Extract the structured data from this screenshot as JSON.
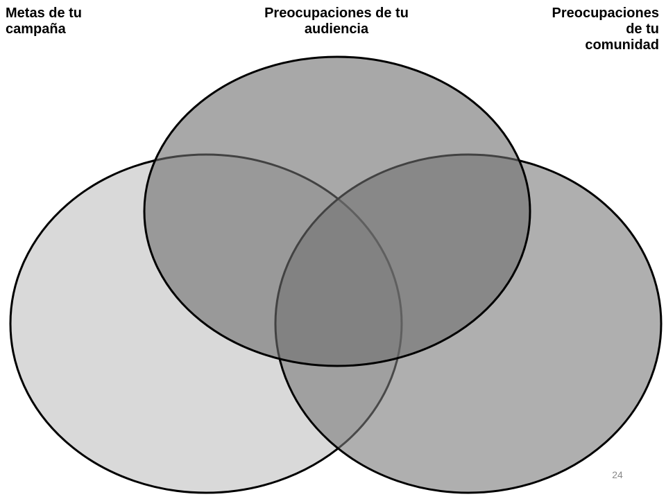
{
  "diagram": {
    "type": "venn",
    "sets": [
      {
        "id": "left",
        "label": "Metas de tu\ncampaña",
        "fill": "#d9d9d9"
      },
      {
        "id": "right",
        "label": "Preocupaciones\nde tu\ncomunidad",
        "fill": "#a6a6a6"
      },
      {
        "id": "top",
        "label": "Preocupaciones de tu\naudiencia",
        "fill": "#7f7f7f"
      }
    ],
    "stroke_color": "#000000"
  },
  "page_number": "24"
}
